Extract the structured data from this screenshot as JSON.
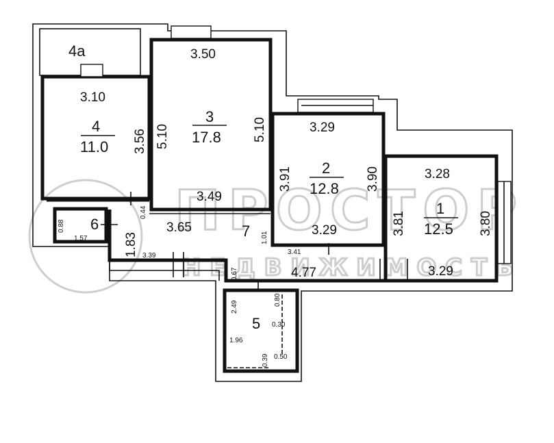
{
  "plan": {
    "rooms": [
      {
        "id": "4a",
        "label": "4а"
      },
      {
        "id": "4",
        "label": "4",
        "area": "11.0",
        "dims": [
          "3.10",
          "3.56"
        ]
      },
      {
        "id": "3",
        "label": "3",
        "area": "17.8",
        "dims": [
          "3.50",
          "5.10",
          "5.10",
          "3.49"
        ]
      },
      {
        "id": "2",
        "label": "2",
        "area": "12.8",
        "dims": [
          "3.29",
          "3.91",
          "3.90",
          "3.29"
        ]
      },
      {
        "id": "1",
        "label": "1",
        "area": "12.5",
        "dims": [
          "3.28",
          "3.81",
          "3.80",
          "3.29"
        ]
      },
      {
        "id": "6",
        "label": "6",
        "dims": [
          "0.88",
          "1.57"
        ]
      },
      {
        "id": "7",
        "label": "7",
        "dims": [
          "3.65",
          "1.83",
          "0.44",
          "1.01",
          "3.39",
          "3.41",
          "0.67",
          "4.77"
        ]
      },
      {
        "id": "5",
        "label": "5",
        "dims": [
          "2.49",
          "0.80",
          "0.30",
          "1.96",
          "0.39",
          "0.50"
        ]
      }
    ]
  },
  "watermark": {
    "line1": "ПРОСТОР",
    "line2": "НЕДВИЖИМОСТЬ"
  },
  "colors": {
    "walls": "#111111",
    "watermark": "#bdbdbd"
  }
}
